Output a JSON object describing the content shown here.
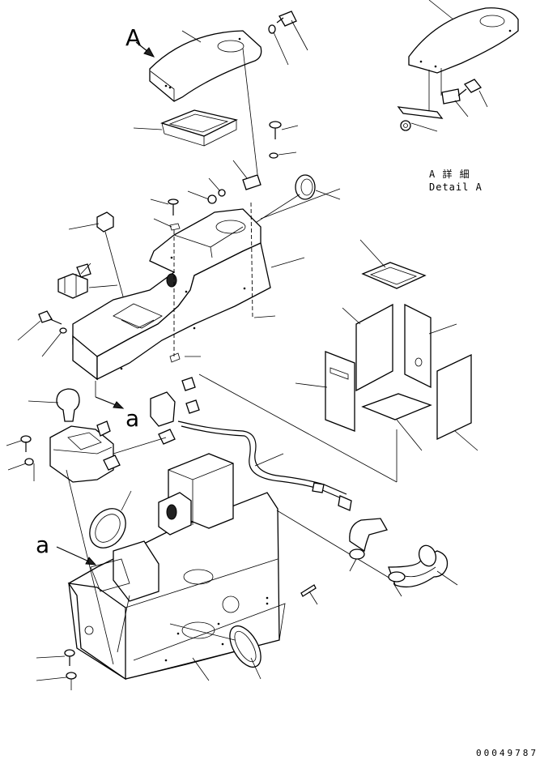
{
  "labels": {
    "view_letter": "A",
    "ref_letter_1": "a",
    "ref_letter_2": "a",
    "detail_jp": "A 詳 細",
    "detail_en": "Detail A",
    "drawing_code": "00049787"
  }
}
